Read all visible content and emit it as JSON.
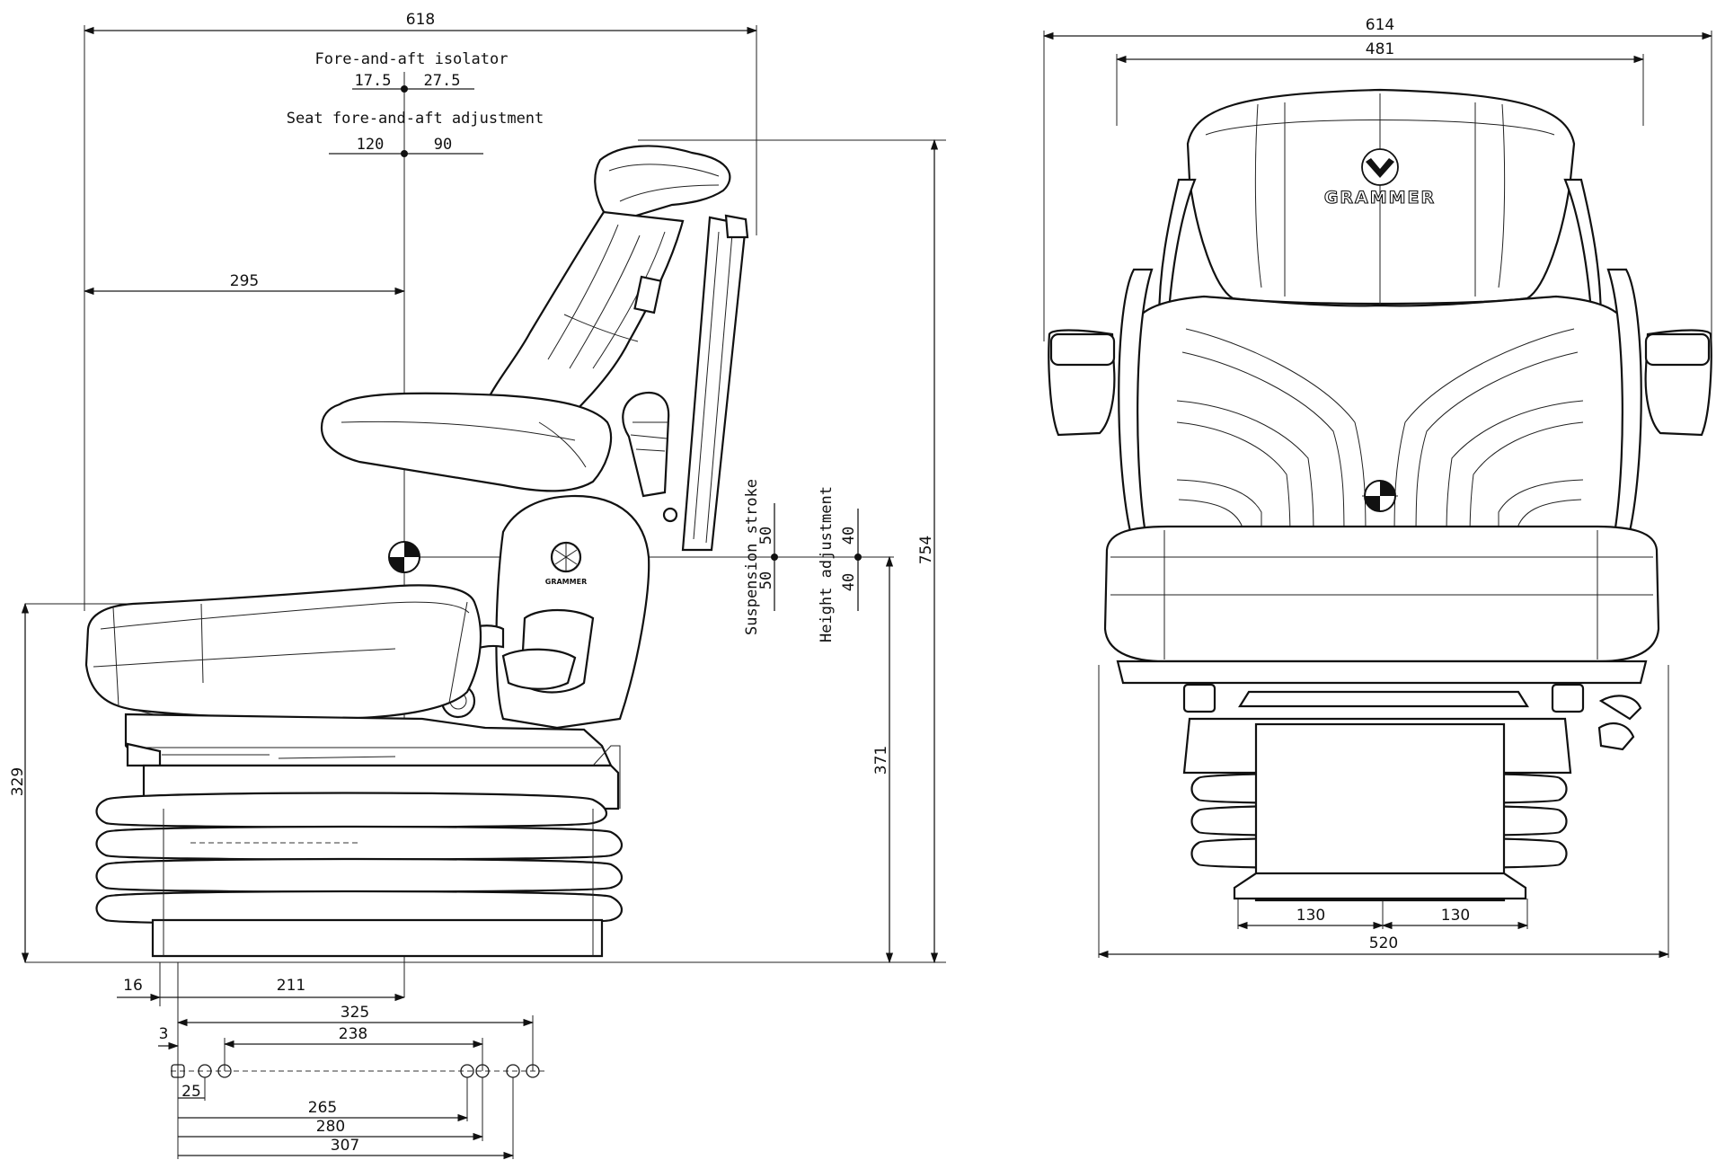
{
  "side_view": {
    "overall_width": "618",
    "fore_aft_isolator_label": "Fore-and-aft isolator",
    "fore_aft_isolator_rear": "17.5",
    "fore_aft_isolator_front": "27.5",
    "seat_adjust_label": "Seat fore-and-aft adjustment",
    "seat_adjust_rear": "120",
    "seat_adjust_front": "90",
    "dim_295": "295",
    "suspension_stroke_label": "Suspension stroke",
    "suspension_down": "50",
    "suspension_up": "50",
    "height_adjust_label": "Height adjustment",
    "height_down": "40",
    "height_up": "40",
    "overall_height": "754",
    "dim_371": "371",
    "dim_329": "329",
    "logo_text": "GRAMMER"
  },
  "bottom_dims": {
    "d16": "16",
    "d211": "211",
    "d325": "325",
    "d3": "3",
    "d238": "238",
    "d25": "25",
    "d265": "265",
    "d280": "280",
    "d307": "307"
  },
  "front_view": {
    "overall_width": "614",
    "backrest_width": "481",
    "logo_text": "GRAMMER",
    "base_half_left": "130",
    "base_half_right": "130",
    "base_width": "520"
  }
}
